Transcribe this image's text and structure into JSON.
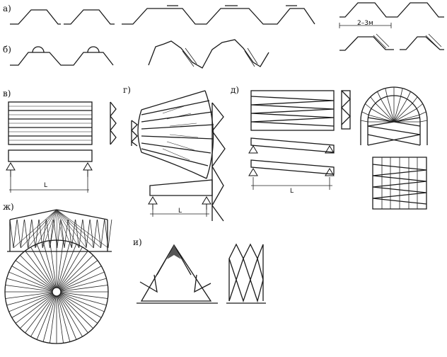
{
  "labels": {
    "a": "а)",
    "b": "б)",
    "v": "в)",
    "g": "г)",
    "d": "д)",
    "zh": "ж)",
    "i": "и)"
  },
  "dimensions": {
    "span_v": "L",
    "span_g": "L",
    "span_d": "L",
    "profile_pitch": "2–3м"
  }
}
